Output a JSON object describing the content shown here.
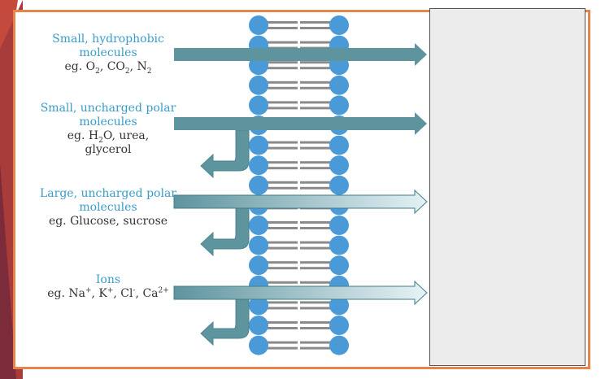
{
  "colors": {
    "lipid_head": "#4a9ad8",
    "lipid_tail": "#8a8a8a",
    "arrow": "#5e949e",
    "title_text": "#3a9cc9",
    "frame": "#e8834a"
  },
  "molecule_groups": [
    {
      "title": "Small, hydrophobic molecules",
      "example_prefix": "eg. O",
      "example_parts": [
        "2",
        ", CO",
        "2",
        ", N",
        "2"
      ],
      "crosses": true,
      "reflected": false
    },
    {
      "title": "Small, uncharged polar molecules",
      "example_prefix": "eg. H",
      "example_parts": [
        "2",
        "O, urea,",
        "glycerol"
      ],
      "crosses": true,
      "reflected": true
    },
    {
      "title": "Large, uncharged polar molecules",
      "example_text": "eg. Glucose, sucrose",
      "crosses": "faded",
      "reflected": true
    },
    {
      "title": "Ions",
      "example_parts": [
        "eg. Na",
        "+",
        ", K",
        "+",
        ", Cl",
        "-",
        ", Ca",
        "2+"
      ],
      "crosses": "faded",
      "reflected": true
    }
  ]
}
